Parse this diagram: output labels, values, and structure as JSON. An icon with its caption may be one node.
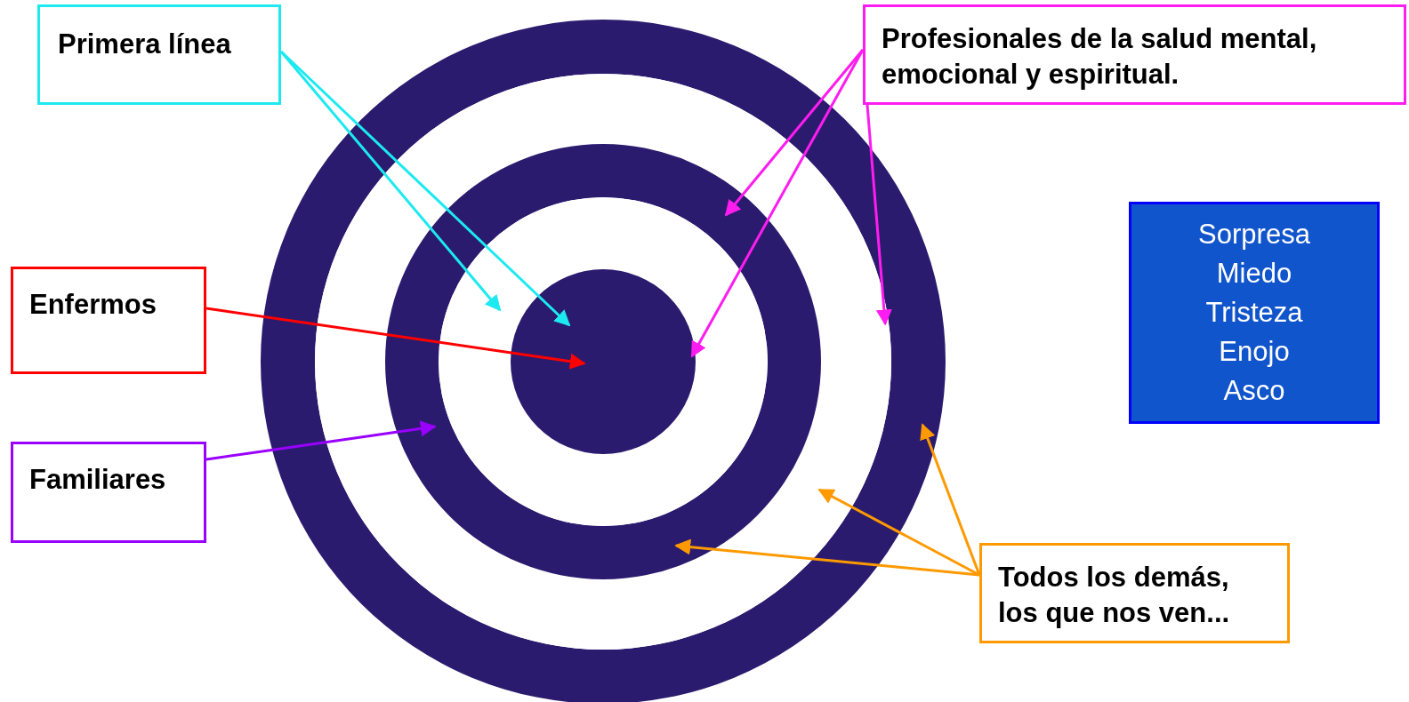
{
  "diagram": {
    "nodes": [
      {
        "text": [
          "Primera línea"
        ]
      },
      {
        "text": [
          "Profesionales de la salud mental, emocional y espiritual."
        ]
      },
      {
        "text": [
          "Enfermos"
        ]
      },
      {
        "text": [
          "Familiares"
        ]
      },
      {
        "text": [
          "Todos los demás, los que nos ven..."
        ]
      },
      {
        "text": [
          "Sorpresa",
          "Miedo",
          "Tristeza",
          "Enojo",
          "Asco"
        ]
      },
      {
        "text": [],
        "shape": "circle"
      },
      {
        "text": [],
        "shape": "circle",
        "in": 6
      },
      {
        "text": [],
        "shape": "circle",
        "in": 7
      },
      {
        "text": [],
        "shape": "circle",
        "in": 8
      },
      {
        "text": [],
        "shape": "circle",
        "in": 9
      }
    ],
    "edges": [
      {
        "from": 0,
        "to": 9,
        "arrow": "to",
        "color": "#1de9f0"
      },
      {
        "from": 0,
        "to": 10,
        "arrow": "to",
        "color": "#1de9f0"
      },
      {
        "from": 1,
        "to": 8,
        "arrow": "to",
        "color": "#ff1cf0"
      },
      {
        "from": 1,
        "to": 10,
        "arrow": "to",
        "color": "#ff1cf0"
      },
      {
        "from": 1,
        "to": 7,
        "arrow": "to",
        "color": "#ff1cf0"
      },
      {
        "from": 2,
        "to": 10,
        "arrow": "to",
        "color": "#ff0000"
      },
      {
        "from": 3,
        "to": 8,
        "arrow": "to",
        "color": "#9900ff"
      },
      {
        "from": 4,
        "to": 8,
        "arrow": "to",
        "color": "#ff9900"
      },
      {
        "from": 4,
        "to": 7,
        "arrow": "to",
        "color": "#ff9900"
      },
      {
        "from": 4,
        "to": 6,
        "arrow": "to",
        "color": "#ff9900"
      }
    ]
  }
}
